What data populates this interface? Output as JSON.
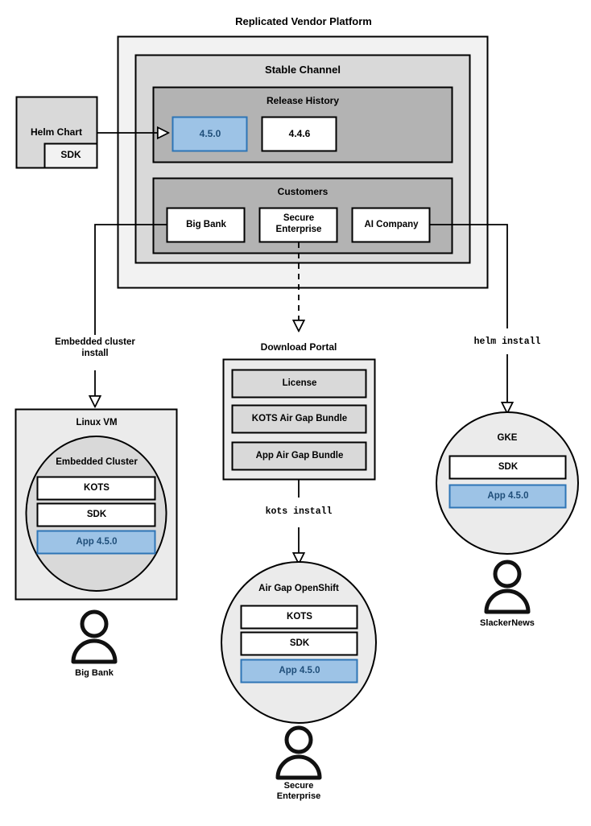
{
  "diagram": {
    "title": "Replicated Vendor Platform",
    "colors": {
      "platform_fill": "#f2f2f2",
      "channel_fill": "#d9d9d9",
      "section_fill": "#b3b3b3",
      "box_white": "#ffffff",
      "box_light": "#ebebeb",
      "box_gray": "#d9d9d9",
      "release_blue_fill": "#9dc3e6",
      "release_blue_stroke": "#2e75b6",
      "release_blue_text": "#1f4e79",
      "stroke": "#000000"
    },
    "source": {
      "label": "Helm Chart",
      "nested_label": "SDK"
    },
    "platform": {
      "channel": {
        "label": "Stable Channel",
        "release_history": {
          "label": "Release History",
          "releases": [
            {
              "version": "4.5.0",
              "highlighted": true
            },
            {
              "version": "4.4.6",
              "highlighted": false
            }
          ]
        },
        "customers": {
          "label": "Customers",
          "items": [
            {
              "name": "Big Bank"
            },
            {
              "name": "Secure\nEnterprise"
            },
            {
              "name": "AI Company"
            }
          ]
        }
      }
    },
    "edges": [
      {
        "label": "Embedded cluster\ninstall",
        "style": "solid"
      },
      {
        "label": "helm install",
        "style": "solid",
        "mono": true
      },
      {
        "label": "kots install",
        "style": "solid",
        "mono": true
      }
    ],
    "download_portal": {
      "label": "Download Portal",
      "artifacts": [
        "License",
        "KOTS Air Gap Bundle",
        "App Air Gap Bundle"
      ]
    },
    "targets": [
      {
        "id": "linux-vm",
        "label": "Linux VM",
        "inner_label": "Embedded Cluster",
        "components": [
          {
            "label": "KOTS",
            "highlighted": false
          },
          {
            "label": "SDK",
            "highlighted": false
          },
          {
            "label": "App 4.5.0",
            "highlighted": true
          }
        ],
        "actor": "Big Bank"
      },
      {
        "id": "air-gap-openshift",
        "label": "Air Gap OpenShift",
        "components": [
          {
            "label": "KOTS",
            "highlighted": false
          },
          {
            "label": "SDK",
            "highlighted": false
          },
          {
            "label": "App 4.5.0",
            "highlighted": true
          }
        ],
        "actor": "Secure\nEnterprise"
      },
      {
        "id": "gke",
        "label": "GKE",
        "components": [
          {
            "label": "SDK",
            "highlighted": false
          },
          {
            "label": "App 4.5.0",
            "highlighted": true
          }
        ],
        "actor": "SlackerNews"
      }
    ]
  }
}
